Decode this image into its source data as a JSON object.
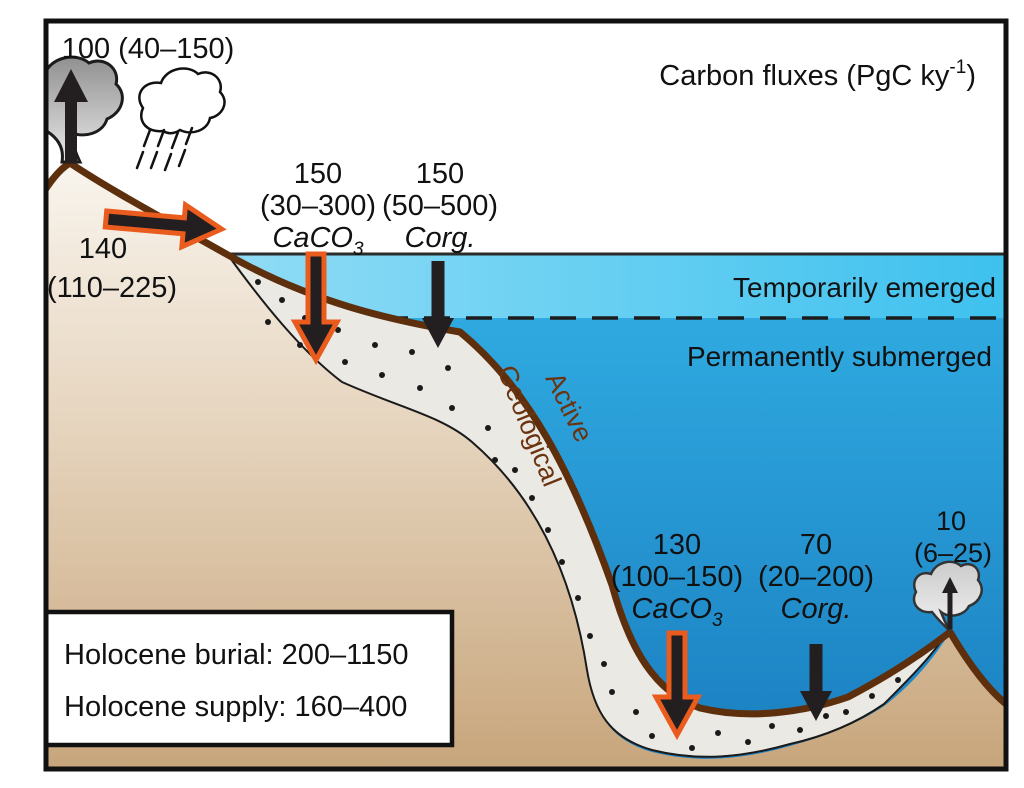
{
  "title": {
    "prefix": "Carbon fluxes (PgC ky",
    "superscript": "-1",
    "suffix": ")"
  },
  "zones": {
    "temporarily_emerged": "Temporarily emerged",
    "permanently_submerged": "Permanently submerged"
  },
  "slope_labels": {
    "active": "Active",
    "geological": "Geological"
  },
  "fluxes": {
    "subaerial_volcanism": {
      "value_range": "100 (40–150)"
    },
    "terrestrial_supply": {
      "value": "140",
      "range": "(110–225)"
    },
    "shallow_caco3": {
      "value": "150",
      "range": "(30–300)",
      "species_main": "CaCO",
      "species_sub": "3"
    },
    "shallow_corg": {
      "value": "150",
      "range": "(50–500)",
      "species": "Corg."
    },
    "deep_caco3": {
      "value": "130",
      "range": "(100–150)",
      "species_main": "CaCO",
      "species_sub": "3"
    },
    "deep_corg": {
      "value": "70",
      "range": "(20–200)",
      "species": "Corg."
    },
    "submarine_volcanism": {
      "value": "10",
      "range": "(6–25)"
    }
  },
  "summary_box": {
    "burial": "Holocene burial: 200–1150",
    "supply": "Holocene supply: 160–400"
  },
  "colors": {
    "arrow_highlight": "#ea5b1e",
    "arrow_black": "#231f20",
    "seafloor_line": "#5e2f0d",
    "shallow_water": "#57cbf1",
    "deep_water": "#2196d4",
    "land": "#c9a87f",
    "sediment": "#ebe9e4"
  }
}
